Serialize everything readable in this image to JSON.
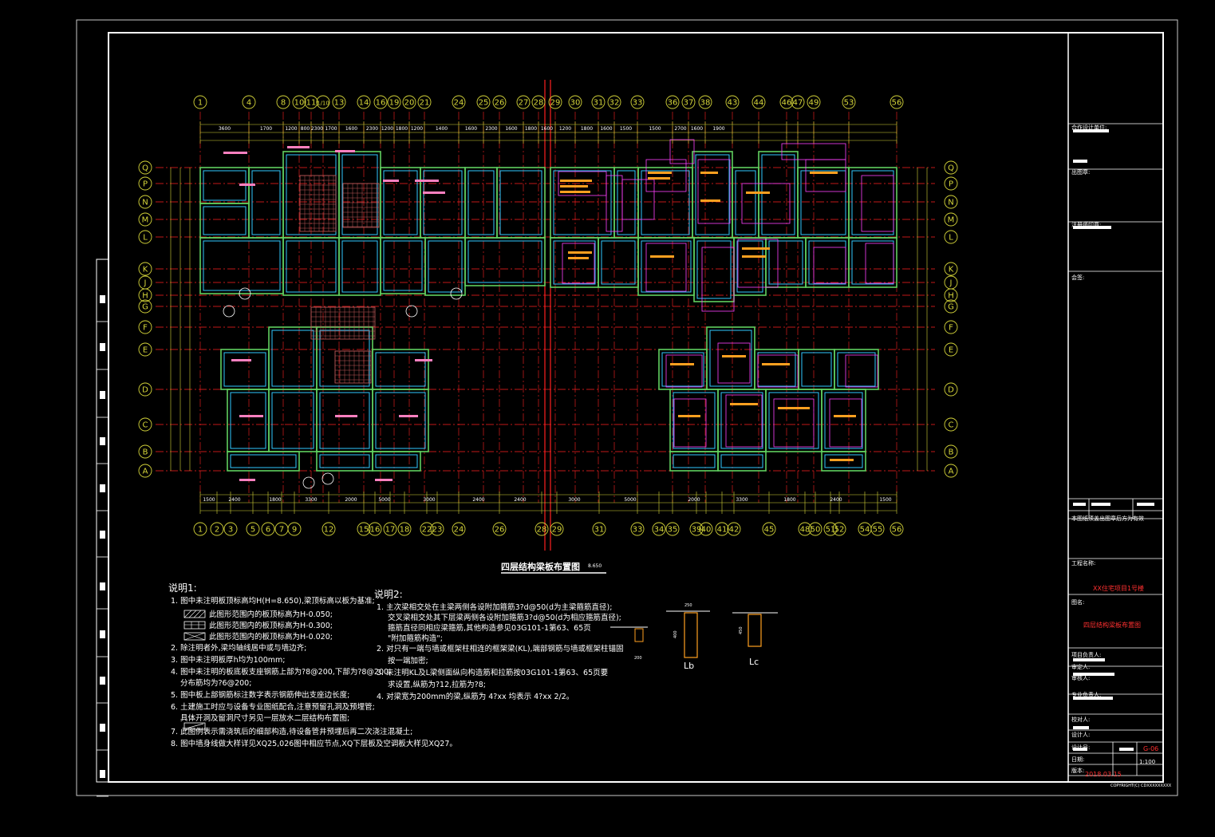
{
  "drawing": {
    "title": "四层结构梁板布置图",
    "title_elevation": "8.650",
    "sheet_project": "XX住宅项目1号楼",
    "sheet_name": "四层结构梁板布置图",
    "sheet_no": "G-06",
    "scale": "1:100",
    "date_stamp": "2018.03.15",
    "copyright": "COPYRIGHT(C) CDXXXXXXXXX"
  },
  "axes": {
    "top": [
      "1",
      "4",
      "8",
      "10",
      "11",
      "1/10",
      "13",
      "14",
      "16",
      "19",
      "20",
      "21",
      "24",
      "25",
      "26",
      "27",
      "28",
      "29",
      "30",
      "31",
      "32",
      "33",
      "36",
      "37",
      "38",
      "43",
      "44",
      "46",
      "47",
      "49",
      "53",
      "56"
    ],
    "bottom": [
      "1",
      "2",
      "3",
      "5",
      "6",
      "7",
      "9",
      "12",
      "15",
      "16",
      "17",
      "18",
      "22",
      "23",
      "24",
      "26",
      "28",
      "29",
      "31",
      "33",
      "34",
      "35",
      "39",
      "40",
      "41",
      "42",
      "45",
      "48",
      "50",
      "51",
      "52",
      "54",
      "55",
      "56"
    ],
    "left": [
      "Q",
      "P",
      "N",
      "M",
      "L",
      "K",
      "J",
      "H",
      "G",
      "F",
      "E",
      "D",
      "C",
      "B",
      "A"
    ],
    "right": [
      "Q",
      "P",
      "N",
      "M",
      "L",
      "K",
      "J",
      "H",
      "G",
      "F",
      "E",
      "D",
      "C",
      "B",
      "A"
    ]
  },
  "dims": {
    "top": [
      "3600",
      "1700",
      "1200",
      "800",
      "2300",
      "1700",
      "1600",
      "2300",
      "1200",
      "1800",
      "1200",
      "1400",
      "1600",
      "2300",
      "1600",
      "1800",
      "1600",
      "1200",
      "1800",
      "1600",
      "1500",
      "1500",
      "2700",
      "1600",
      "1900"
    ],
    "bottom": [
      "1500",
      "2400",
      "1800",
      "3300",
      "2000",
      "5000",
      "3000",
      "2400",
      "2400",
      "3000",
      "5000",
      "2000",
      "3300",
      "1800",
      "2400",
      "1500"
    ]
  },
  "notes1": {
    "heading": "说明1:",
    "items": [
      "1. 图中未注明板顶标高均H(H=8.650),梁顶标高以板为基准;",
      "此图形范围内的板顶标高为H-0.050;",
      "此图形范围内的板顶标高为H-0.300;",
      "此图形范围内的板顶标高为H-0.020;",
      "2. 除注明者外,梁均轴线居中或与墙边齐;",
      "3. 图中未注明板厚h均为100mm;",
      "4. 图中未注明的板底板支座钢筋上部为?8@200,下部为?8@200,",
      "分布筋均为?6@200;",
      "5. 图中板上部钢筋标注数字表示钢筋伸出支座边长度;",
      "6. 土建施工时应与设备专业图纸配合,注意预留孔洞及预埋管;",
      "具体开洞及留洞尺寸另见一层放水二层结构布置图;",
      "7. 此图例表示需浇筑后的细部构造,待设备管井预埋后再二次浇注混凝土;",
      "8. 图中墙身线做大样详见XQ25,026图中相应节点,XQ下层板及空调板大样见XQ27。"
    ]
  },
  "notes2": {
    "heading": "说明2:",
    "items": [
      "1. 主次梁相交处在主梁两侧各设附加箍筋3?d@50(d为主梁箍筋直径);",
      "交叉梁相交处其下层梁两侧各设附加箍筋3?d@50(d为相应箍筋直径);",
      "箍筋直径同相应梁箍筋,其他构造参见03G101-1第63、65页",
      "\"附加箍筋构造\";",
      "2. 对只有一端与墙或框架柱相连的框架梁(KL),端部钢筋与墙或框架柱锚固",
      "按一端加密;",
      "3. 未注明KL及L梁侧面纵向构造筋和拉筋按03G101-1第63、65页要",
      "求设置,纵筋为?12,拉筋为?8;",
      "4. 对梁宽为200mm的梁,纵筋为 4?xx 均表示 4?xx 2/2。"
    ]
  },
  "details": {
    "labels": [
      "Lb",
      "Lc"
    ],
    "dim_a": "200",
    "dim_b": "250",
    "dim_c": "400",
    "dim_d": "450"
  },
  "titleblock": {
    "rows": [
      "合作设计单位:",
      "出图章:",
      "注册师印章:",
      "会签:",
      "工程名称:",
      "图名:",
      "项目负责人:",
      "审定人:",
      "审核人:",
      "专业负责人:",
      "校对人:",
      "设计人:",
      "设计号:",
      "日期:",
      "版本:"
    ],
    "note_line": "本图纸须盖出图章后方为有效"
  },
  "colors": {
    "background": "#000000",
    "frame": "#ffffff",
    "axis_red": "#ff2020",
    "grid_yellow": "#d6d63a",
    "beam_green": "#60d060",
    "wall_cyan": "#30c8ff",
    "text_magenta": "#ff40ff",
    "label_orange": "#ffa020"
  }
}
